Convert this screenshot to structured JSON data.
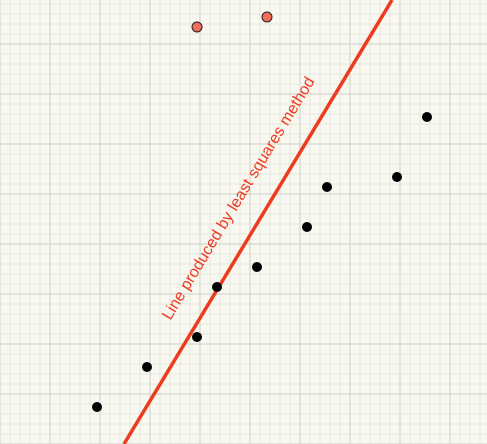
{
  "colors": {
    "background": "#f8f8f0",
    "grid_minor": "#e2e4dc",
    "grid_major": "#cdd1c8",
    "line": "#ee3a1f",
    "point_fill": "#000000",
    "outlier_fill": "#f26b5b",
    "outlier_stroke": "#222222",
    "label": "#ee3a1f"
  },
  "chart_data": {
    "type": "scatter",
    "title": "",
    "xlabel": "",
    "ylabel": "",
    "grid": true,
    "xlim": [
      0,
      48.7
    ],
    "ylim": [
      0,
      44.4
    ],
    "series": [
      {
        "role": "data-points",
        "points": [
          [
            9.7,
            3.7
          ],
          [
            14.7,
            7.7
          ],
          [
            19.7,
            10.7
          ],
          [
            21.7,
            15.7
          ],
          [
            25.7,
            17.7
          ],
          [
            30.7,
            21.7
          ],
          [
            32.7,
            25.7
          ],
          [
            39.7,
            26.7
          ],
          [
            42.7,
            32.7
          ]
        ]
      },
      {
        "role": "outliers",
        "points": [
          [
            19.7,
            41.7
          ],
          [
            26.7,
            42.7
          ]
        ]
      }
    ],
    "fit_line": {
      "label": "Line produced by least squares method",
      "x": [
        12.4,
        39.2
      ],
      "y": [
        0,
        44.4
      ]
    }
  }
}
